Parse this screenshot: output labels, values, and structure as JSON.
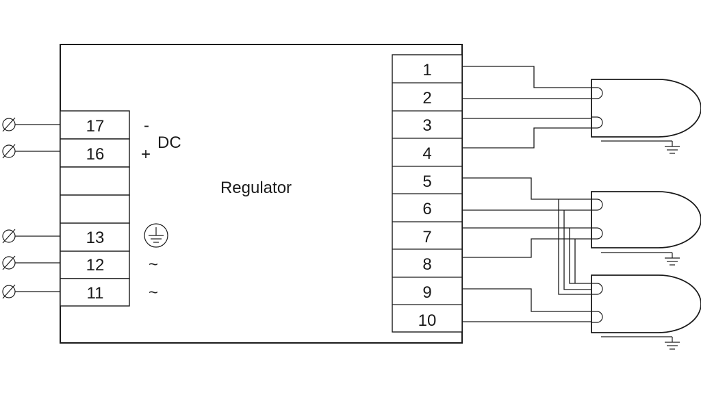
{
  "regulator": {
    "label": "Regulator"
  },
  "left_terminals": [
    {
      "number": "17"
    },
    {
      "number": "16"
    },
    {
      "number": ""
    },
    {
      "number": ""
    },
    {
      "number": "13"
    },
    {
      "number": "12"
    },
    {
      "number": "11"
    }
  ],
  "left_symbols": {
    "minus": "-",
    "plus": "+",
    "dc": "DC",
    "ac_1": "~",
    "ac_2": "~"
  },
  "right_terminals": [
    {
      "number": "1"
    },
    {
      "number": "2"
    },
    {
      "number": "3"
    },
    {
      "number": "4"
    },
    {
      "number": "5"
    },
    {
      "number": "6"
    },
    {
      "number": "7"
    },
    {
      "number": "8"
    },
    {
      "number": "9"
    },
    {
      "number": "10"
    }
  ],
  "lamps": [
    {
      "id": "lamp-1"
    },
    {
      "id": "lamp-2"
    },
    {
      "id": "lamp-3"
    }
  ]
}
